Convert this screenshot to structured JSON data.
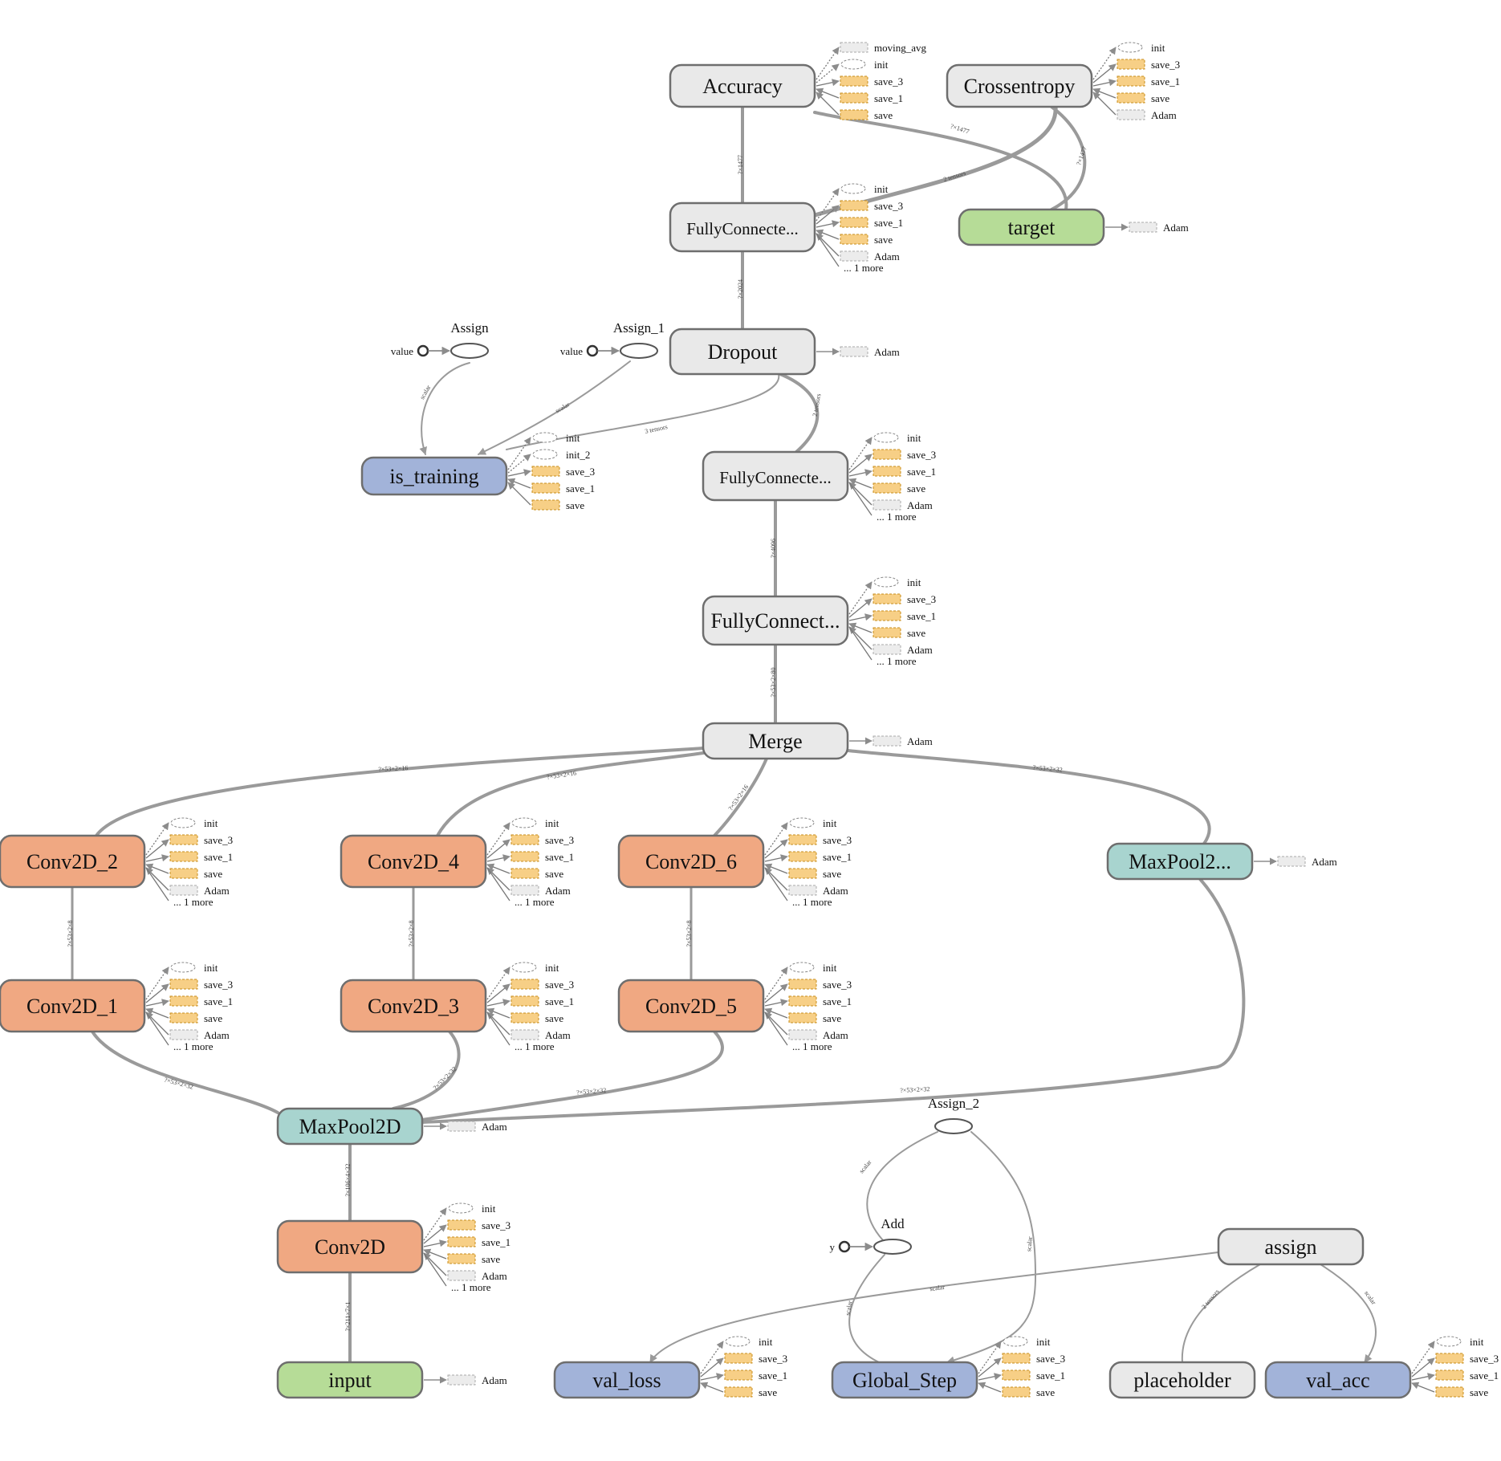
{
  "colors": {
    "gray": "#e9e9e9",
    "orange": "#f0a882",
    "teal": "#a8d4cf",
    "blue": "#a2b3d9",
    "green": "#b6dc97",
    "border": "#6e6e6e",
    "edge": "#9a9a9a",
    "port_save": "#f7cf86",
    "port_save_stroke": "#c78c1c",
    "port_adam": "#ececec",
    "port_adam_stroke": "#aaaaaa"
  },
  "nodes": [
    {
      "id": "accuracy",
      "label": "Accuracy",
      "color": "gray",
      "ports": [
        "moving_avg",
        "init",
        "save_3",
        "save_1",
        "save"
      ]
    },
    {
      "id": "crossentropy",
      "label": "Crossentropy",
      "color": "gray",
      "ports": [
        "init",
        "save_3",
        "save_1",
        "save",
        "Adam"
      ]
    },
    {
      "id": "fc1",
      "label": "FullyConnecte...",
      "color": "gray",
      "ports": [
        "init",
        "save_3",
        "save_1",
        "save",
        "Adam"
      ],
      "more": "... 1 more"
    },
    {
      "id": "target",
      "label": "target",
      "color": "green",
      "ports": [
        "Adam"
      ]
    },
    {
      "id": "dropout",
      "label": "Dropout",
      "color": "gray",
      "ports": [
        "Adam"
      ]
    },
    {
      "id": "is_training",
      "label": "is_training",
      "color": "blue",
      "ports": [
        "init",
        "init_2",
        "save_3",
        "save_1",
        "save"
      ]
    },
    {
      "id": "fc2",
      "label": "FullyConnecte...",
      "color": "gray",
      "ports": [
        "init",
        "save_3",
        "save_1",
        "save",
        "Adam"
      ],
      "more": "... 1 more"
    },
    {
      "id": "fc3",
      "label": "FullyConnect...",
      "color": "gray",
      "ports": [
        "init",
        "save_3",
        "save_1",
        "save",
        "Adam"
      ],
      "more": "... 1 more"
    },
    {
      "id": "merge",
      "label": "Merge",
      "color": "gray",
      "ports": [
        "Adam"
      ]
    },
    {
      "id": "conv2d_2",
      "label": "Conv2D_2",
      "color": "orange",
      "ports": [
        "init",
        "save_3",
        "save_1",
        "save",
        "Adam"
      ],
      "more": "... 1 more"
    },
    {
      "id": "conv2d_4",
      "label": "Conv2D_4",
      "color": "orange",
      "ports": [
        "init",
        "save_3",
        "save_1",
        "save",
        "Adam"
      ],
      "more": "... 1 more"
    },
    {
      "id": "conv2d_6",
      "label": "Conv2D_6",
      "color": "orange",
      "ports": [
        "init",
        "save_3",
        "save_1",
        "save",
        "Adam"
      ],
      "more": "... 1 more"
    },
    {
      "id": "maxpool2",
      "label": "MaxPool2...",
      "color": "teal",
      "ports": [
        "Adam"
      ]
    },
    {
      "id": "conv2d_1",
      "label": "Conv2D_1",
      "color": "orange",
      "ports": [
        "init",
        "save_3",
        "save_1",
        "save",
        "Adam"
      ],
      "more": "... 1 more"
    },
    {
      "id": "conv2d_3",
      "label": "Conv2D_3",
      "color": "orange",
      "ports": [
        "init",
        "save_3",
        "save_1",
        "save",
        "Adam"
      ],
      "more": "... 1 more"
    },
    {
      "id": "conv2d_5",
      "label": "Conv2D_5",
      "color": "orange",
      "ports": [
        "init",
        "save_3",
        "save_1",
        "save",
        "Adam"
      ],
      "more": "... 1 more"
    },
    {
      "id": "maxpool2d",
      "label": "MaxPool2D",
      "color": "teal",
      "ports": [
        "Adam"
      ]
    },
    {
      "id": "conv2d",
      "label": "Conv2D",
      "color": "orange",
      "ports": [
        "init",
        "save_3",
        "save_1",
        "save",
        "Adam"
      ],
      "more": "... 1 more"
    },
    {
      "id": "input",
      "label": "input",
      "color": "green",
      "ports": [
        "Adam"
      ]
    },
    {
      "id": "val_loss",
      "label": "val_loss",
      "color": "blue",
      "ports": [
        "init",
        "save_3",
        "save_1",
        "save"
      ]
    },
    {
      "id": "global_step",
      "label": "Global_Step",
      "color": "blue",
      "ports": [
        "init",
        "save_3",
        "save_1",
        "save"
      ]
    },
    {
      "id": "assign",
      "label": "assign",
      "color": "gray",
      "ports": []
    },
    {
      "id": "placeholder",
      "label": "placeholder",
      "color": "gray",
      "ports": []
    },
    {
      "id": "val_acc",
      "label": "val_acc",
      "color": "blue",
      "ports": [
        "init",
        "save_3",
        "save_1",
        "save"
      ]
    }
  ],
  "ops": [
    {
      "id": "assign_op",
      "label": "Assign",
      "input": "value"
    },
    {
      "id": "assign1_op",
      "label": "Assign_1",
      "input": "value"
    },
    {
      "id": "assign2_op",
      "label": "Assign_2",
      "input": ""
    },
    {
      "id": "add_op",
      "label": "Add",
      "input": "y"
    }
  ],
  "edges": [
    {
      "id": "e1",
      "label": "?×1477"
    },
    {
      "id": "e2",
      "label": "2 tensors"
    },
    {
      "id": "e3",
      "label": "?×1477"
    },
    {
      "id": "e4",
      "label": "?×1477"
    },
    {
      "id": "e5",
      "label": "?×2024"
    },
    {
      "id": "e6",
      "label": "scalar"
    },
    {
      "id": "e7",
      "label": "scalar"
    },
    {
      "id": "e8",
      "label": "3 tensors"
    },
    {
      "id": "e9",
      "label": "2 tensors"
    },
    {
      "id": "e10",
      "label": "?×4096"
    },
    {
      "id": "e11",
      "label": "?×53×2×80"
    },
    {
      "id": "e12",
      "label": "?×53×2×16"
    },
    {
      "id": "e13",
      "label": "?×53×2×16"
    },
    {
      "id": "e14",
      "label": "?×53×2×16"
    },
    {
      "id": "e15",
      "label": "?×53×2×32"
    },
    {
      "id": "e16",
      "label": "?×53×2×8"
    },
    {
      "id": "e17",
      "label": "?×53×2×8"
    },
    {
      "id": "e18",
      "label": "?×53×2×8"
    },
    {
      "id": "e19",
      "label": "?×53×2×32"
    },
    {
      "id": "e20",
      "label": "?×53×2×32"
    },
    {
      "id": "e21",
      "label": "?×53×2×32"
    },
    {
      "id": "e22",
      "label": "?×53×2×32"
    },
    {
      "id": "e23",
      "label": "?×106×4×32"
    },
    {
      "id": "e24",
      "label": "?×211×7×1"
    },
    {
      "id": "e25",
      "label": "scalar"
    },
    {
      "id": "e26",
      "label": "scalar"
    },
    {
      "id": "e27",
      "label": "scalar"
    },
    {
      "id": "e28",
      "label": "scalar"
    },
    {
      "id": "e29",
      "label": "2 tensors"
    },
    {
      "id": "e30",
      "label": "scalar"
    }
  ]
}
